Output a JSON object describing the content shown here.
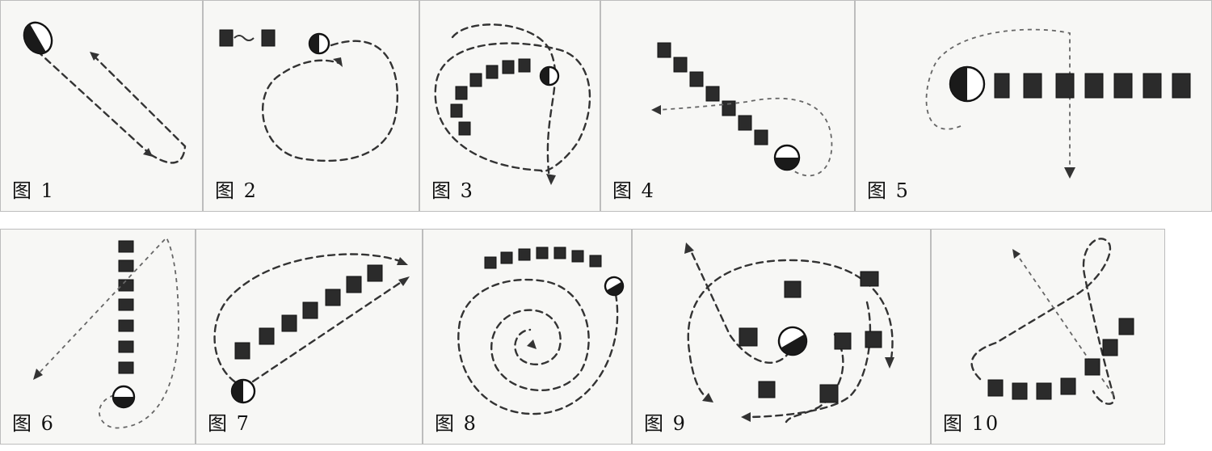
{
  "figures": [
    {
      "id": 1,
      "caption": "图 1"
    },
    {
      "id": 2,
      "caption": "图 2"
    },
    {
      "id": 3,
      "caption": "图 3"
    },
    {
      "id": 4,
      "caption": "图 4"
    },
    {
      "id": 5,
      "caption": "图 5"
    },
    {
      "id": 6,
      "caption": "图 6"
    },
    {
      "id": 7,
      "caption": "图 7"
    },
    {
      "id": 8,
      "caption": "图 8"
    },
    {
      "id": 9,
      "caption": "图 9"
    },
    {
      "id": 10,
      "caption": "图 10"
    }
  ],
  "colors": {
    "ink": "#2b2b2b",
    "paper": "#f7f7f5"
  }
}
